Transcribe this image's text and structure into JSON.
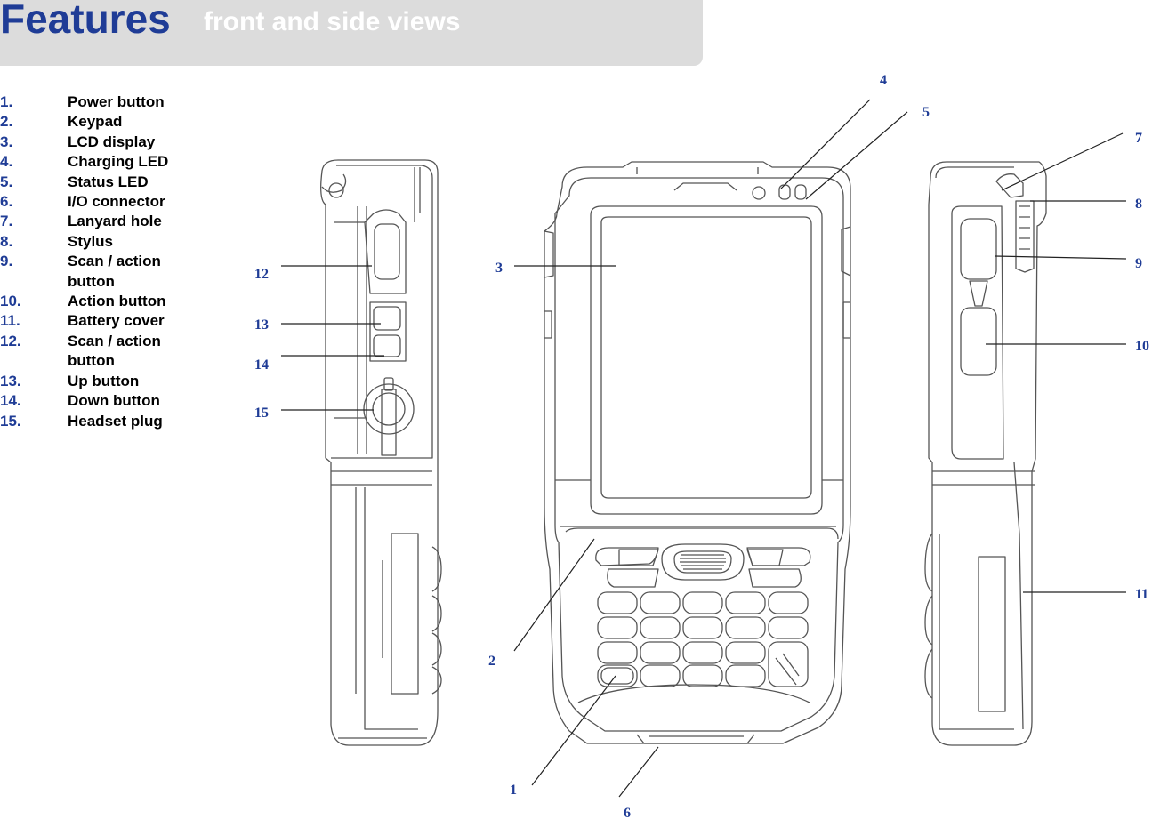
{
  "header": {
    "title": "Features",
    "subtitle": "front and side views"
  },
  "legend": [
    {
      "num": "1.",
      "label": "Power button"
    },
    {
      "num": "2.",
      "label": "Keypad"
    },
    {
      "num": "3.",
      "label": "LCD display"
    },
    {
      "num": "4.",
      "label": "Charging LED"
    },
    {
      "num": "5.",
      "label": "Status LED"
    },
    {
      "num": "6.",
      "label": "I/O connector"
    },
    {
      "num": "7.",
      "label": "Lanyard hole"
    },
    {
      "num": "8.",
      "label": "Stylus"
    },
    {
      "num": "9.",
      "label": "Scan / action button"
    },
    {
      "num": "10.",
      "label": "Action button"
    },
    {
      "num": "11.",
      "label": "Battery cover"
    },
    {
      "num": "12.",
      "label": "Scan / action button"
    },
    {
      "num": "13.",
      "label": "Up button"
    },
    {
      "num": "14.",
      "label": "Down button"
    },
    {
      "num": "15.",
      "label": "Headset plug"
    }
  ],
  "callouts": {
    "c1": "1",
    "c2": "2",
    "c3": "3",
    "c4": "4",
    "c5": "5",
    "c6": "6",
    "c7": "7",
    "c8": "8",
    "c9": "9",
    "c10": "10",
    "c11": "11",
    "c12": "12",
    "c13": "13",
    "c14": "14",
    "c15": "15"
  },
  "colors": {
    "accent": "#1f3c96",
    "header_bg": "#dcdcdc",
    "line_art": "#555555"
  }
}
